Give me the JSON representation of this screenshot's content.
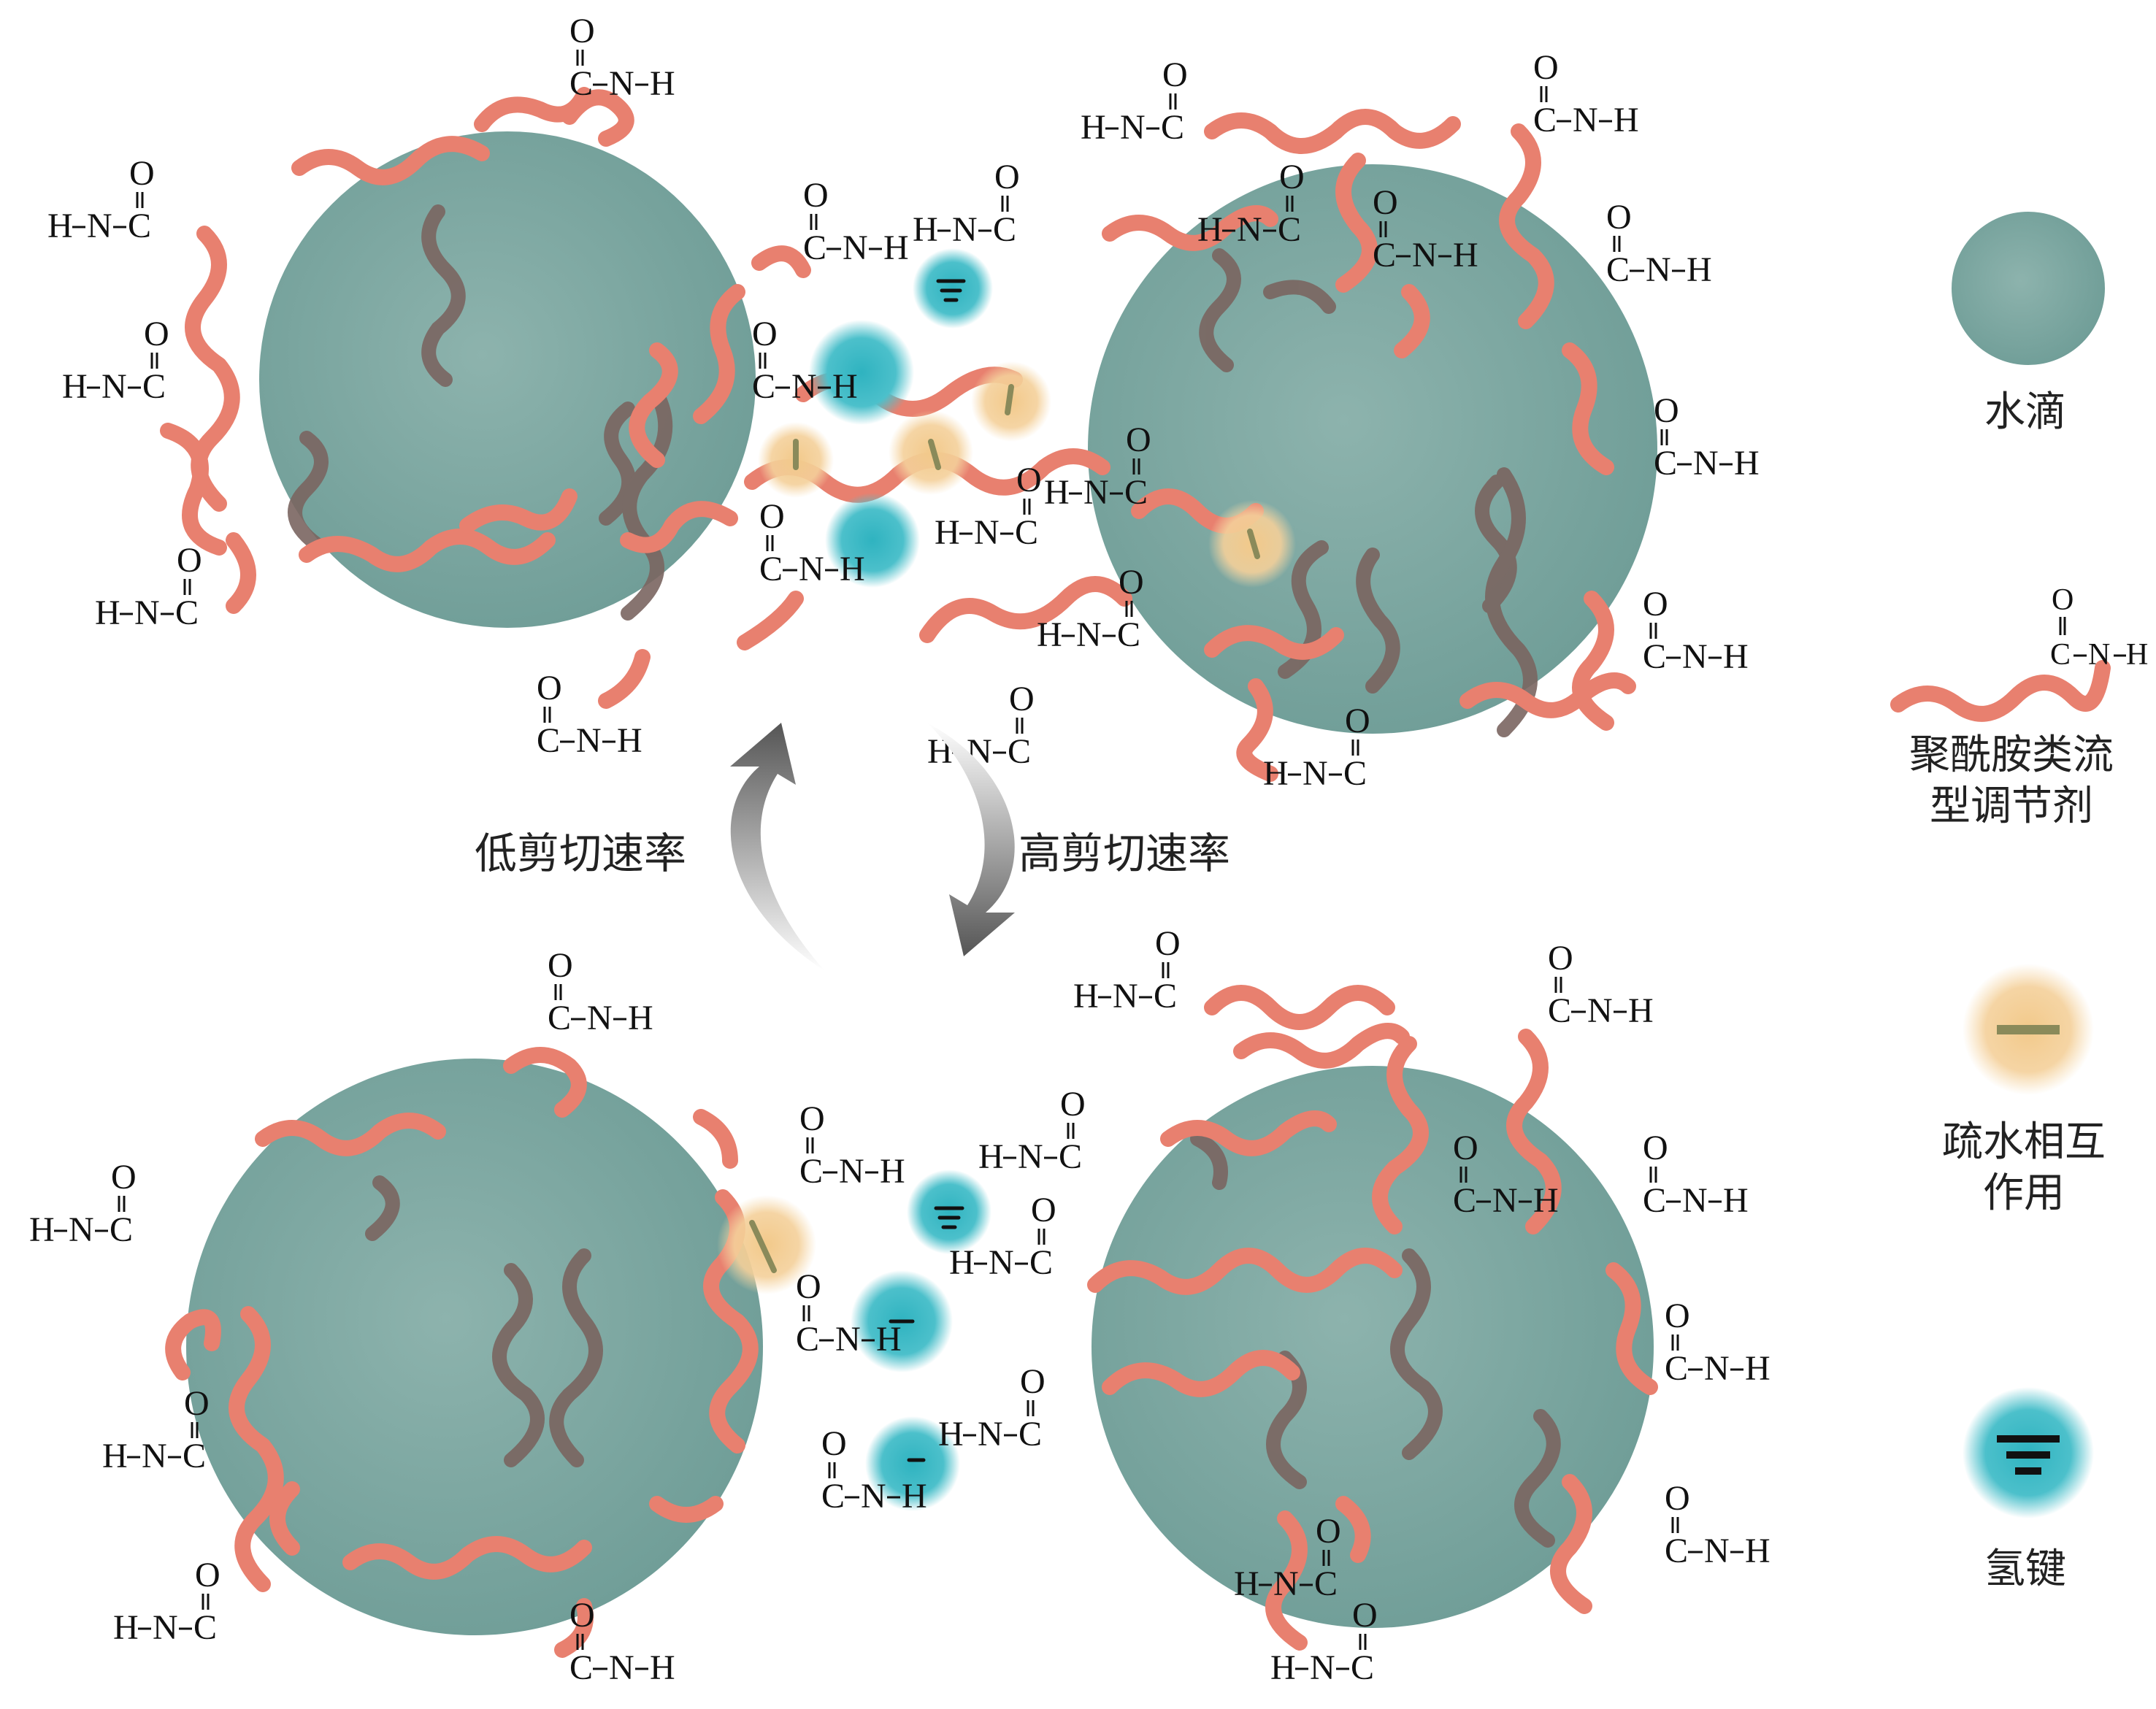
{
  "labels": {
    "low_shear": "低剪切速率",
    "high_shear": "高剪切速率"
  },
  "legend": {
    "water_droplet": "水滴",
    "rheology_modifier_line1": "聚酰胺类流",
    "rheology_modifier_line2": "型调节剂",
    "hydrophobic_line1": "疏水相互",
    "hydrophobic_line2": "作用",
    "hydrogen_bond": "氢键",
    "amide_atoms": {
      "o": "O",
      "c": "C",
      "n": "N",
      "h": "H"
    }
  },
  "colors": {
    "droplet": "#7fa8a2",
    "chain": "#e8806f",
    "chain_inner": "#7a6560",
    "hbond_glow": "#3fb6c2",
    "hydrophobic_glow": "#f0c889",
    "hydrophobic_bar": "#8a8a5a",
    "text": "#111111"
  }
}
